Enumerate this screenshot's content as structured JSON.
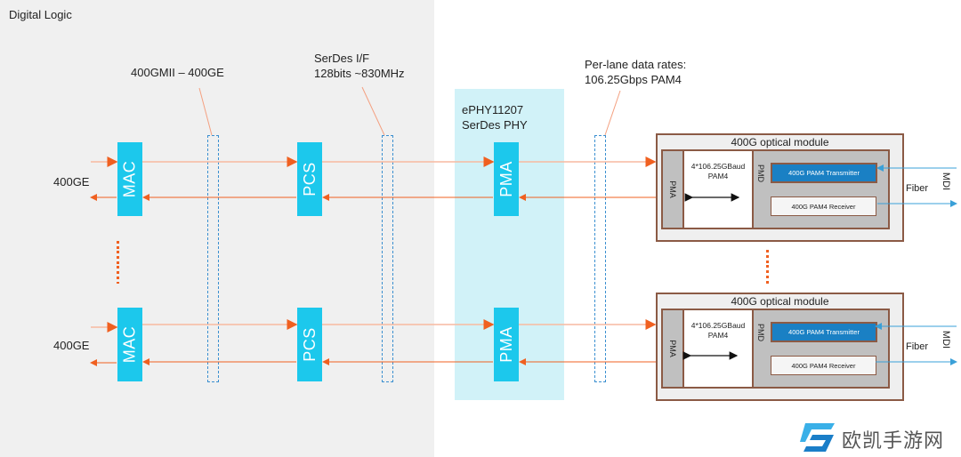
{
  "regions": {
    "digital_logic": "Digital Logic",
    "phy_title_line1": "ePHY11207",
    "phy_title_line2": "SerDes PHY"
  },
  "annotations": {
    "gmii": "400GMII – 400GE",
    "serdes_if_line1": "SerDes I/F",
    "serdes_if_line2": "128bits ~830MHz",
    "lane_rates_line1": "Per-lane data rates:",
    "lane_rates_line2": "106.25Gbps PAM4"
  },
  "lanes": [
    {
      "port_label": "400GE",
      "mac": "MAC",
      "pcs": "PCS",
      "pma": "PMA",
      "module": {
        "title": "400G optical module",
        "pma": "PMA",
        "baud_line1": "4*106.25GBaud",
        "baud_line2": "PAM4",
        "pmd": "PMD",
        "transmitter": "400G PAM4 Transmitter",
        "receiver": "400G PAM4 Receiver",
        "fiber": "Fiber",
        "mdi": "MDI"
      }
    },
    {
      "port_label": "400GE",
      "mac": "MAC",
      "pcs": "PCS",
      "pma": "PMA",
      "module": {
        "title": "400G optical module",
        "pma": "PMA",
        "baud_line1": "4*106.25GBaud",
        "baud_line2": "PAM4",
        "pmd": "PMD",
        "transmitter": "400G PAM4 Transmitter",
        "receiver": "400G PAM4 Receiver",
        "fiber": "Fiber",
        "mdi": "MDI"
      }
    }
  ],
  "colors": {
    "block": "#1cc8ec",
    "arrow": "#f06020",
    "dashed": "#3a8fd0",
    "module_border": "#8b5a45",
    "transmitter": "#1a80c4",
    "fiber_line": "#3aa0d8"
  },
  "watermark": {
    "text": "欧凯手游网"
  }
}
